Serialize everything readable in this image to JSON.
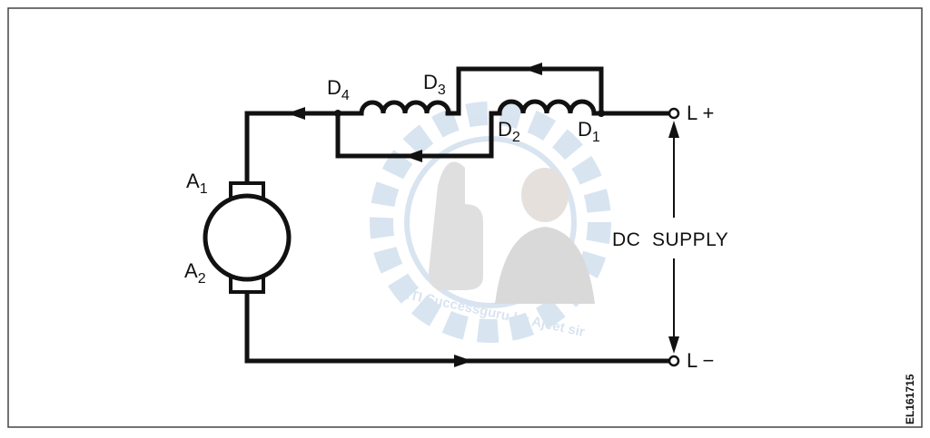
{
  "labels": {
    "d4": {
      "main": "D",
      "sub": "4"
    },
    "d3": {
      "main": "D",
      "sub": "3"
    },
    "d2": {
      "main": "D",
      "sub": "2"
    },
    "d1": {
      "main": "D",
      "sub": "1"
    },
    "a1": {
      "main": "A",
      "sub": "1"
    },
    "a2": {
      "main": "A",
      "sub": "2"
    },
    "l_plus": "L +",
    "l_minus": "L −",
    "dc_supply": "DC  SUPPLY",
    "figure_code": "EL161715"
  },
  "watermark": {
    "text": "ITI Successguru by Ajeet sir"
  },
  "colors": {
    "line": "#111111",
    "border": "#444444",
    "watermark_blue": "#2f6fb0",
    "watermark_gray": "#9a9a9a"
  }
}
